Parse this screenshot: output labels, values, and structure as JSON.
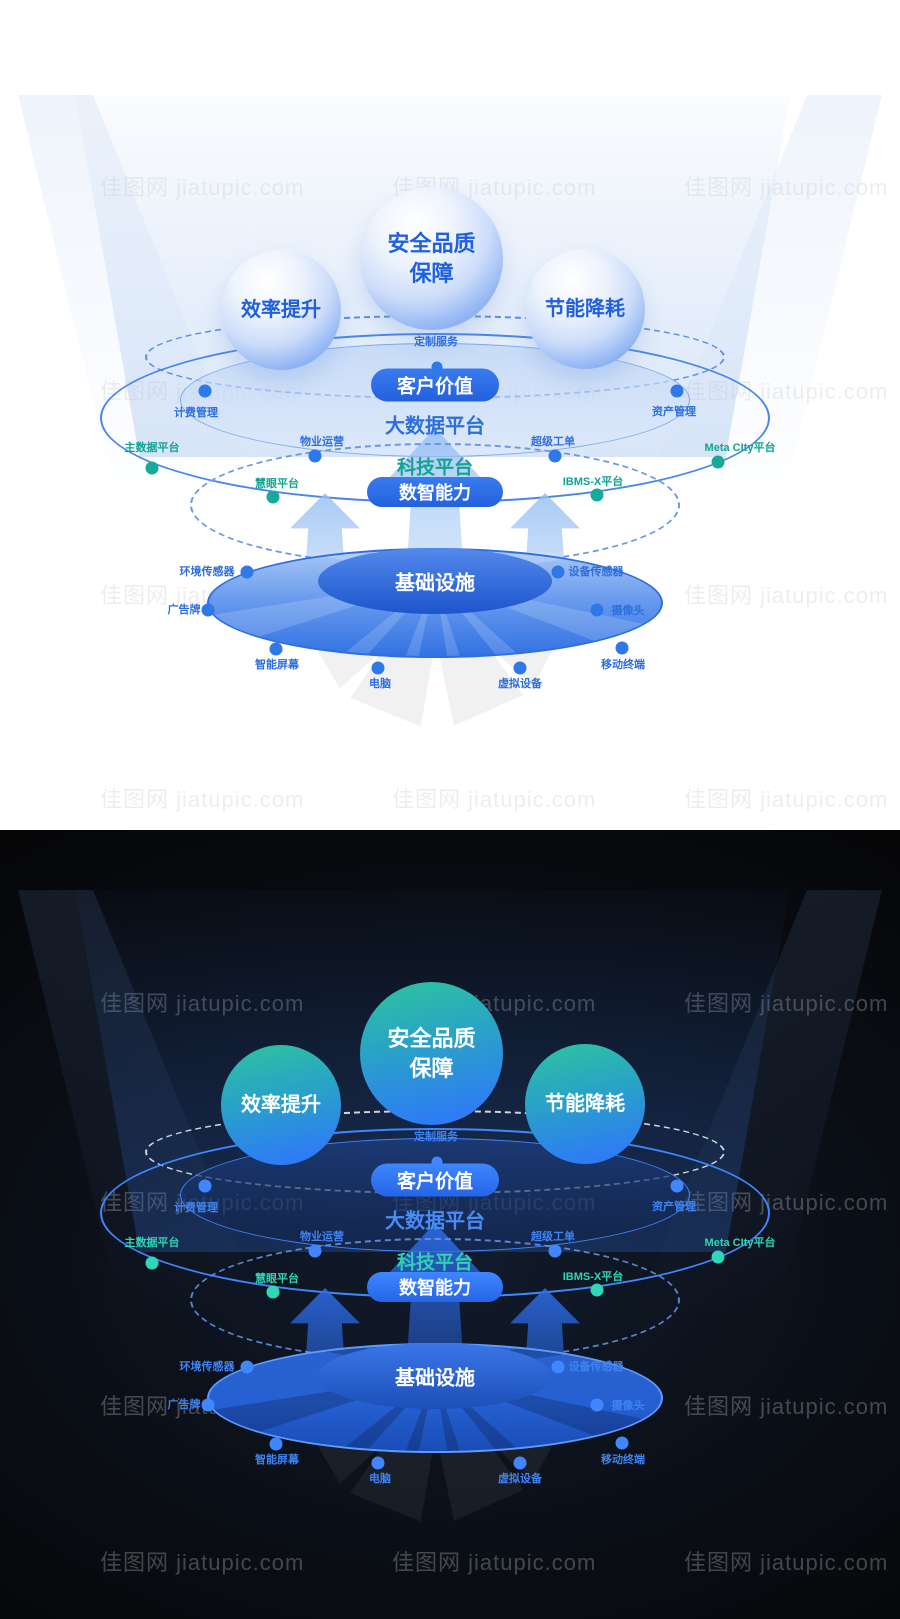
{
  "watermark": {
    "text": "佳图网 jiatupic.com"
  },
  "diagram": {
    "spheres": {
      "center": {
        "line1": "安全品质",
        "line2": "保障"
      },
      "left": {
        "label": "效率提升"
      },
      "right": {
        "label": "节能降耗"
      }
    },
    "pills": {
      "customer_value": "客户价值",
      "digital_capability": "数智能力"
    },
    "layers": {
      "big_data": "大数据平台",
      "tech": "科技平台",
      "infrastructure": "基础设施"
    },
    "nodes": {
      "custom_service": "定制服务",
      "billing": "计费管理",
      "asset": "资产管理",
      "property_ops": "物业运营",
      "super_ticket": "超级工单",
      "master_data": "主数据平台",
      "meta_city": "Meta CIty平台",
      "smart_eye": "慧眼平台",
      "ibms_x": "IBMS-X平台",
      "env_sensor": "环境传感器",
      "device_sensor": "设备传感器",
      "billboard": "广告牌",
      "camera": "摄像头",
      "smart_screen": "智能屏幕",
      "computer": "电脑",
      "virtual_device": "虚拟设备",
      "mobile_terminal": "移动终端"
    },
    "colors": {
      "accent_blue": "#2E6FE0",
      "accent_teal": "#12A391",
      "dark_accent_blue": "#3F86FF",
      "dark_accent_teal": "#2FD6B4",
      "pill_blue": "#2D6CE5",
      "sphere_dark_teal": "#2DC39F",
      "sphere_dark_blue": "#2E7BF6",
      "light_background": "#FFFFFF",
      "dark_background": "#0A0E15"
    }
  }
}
